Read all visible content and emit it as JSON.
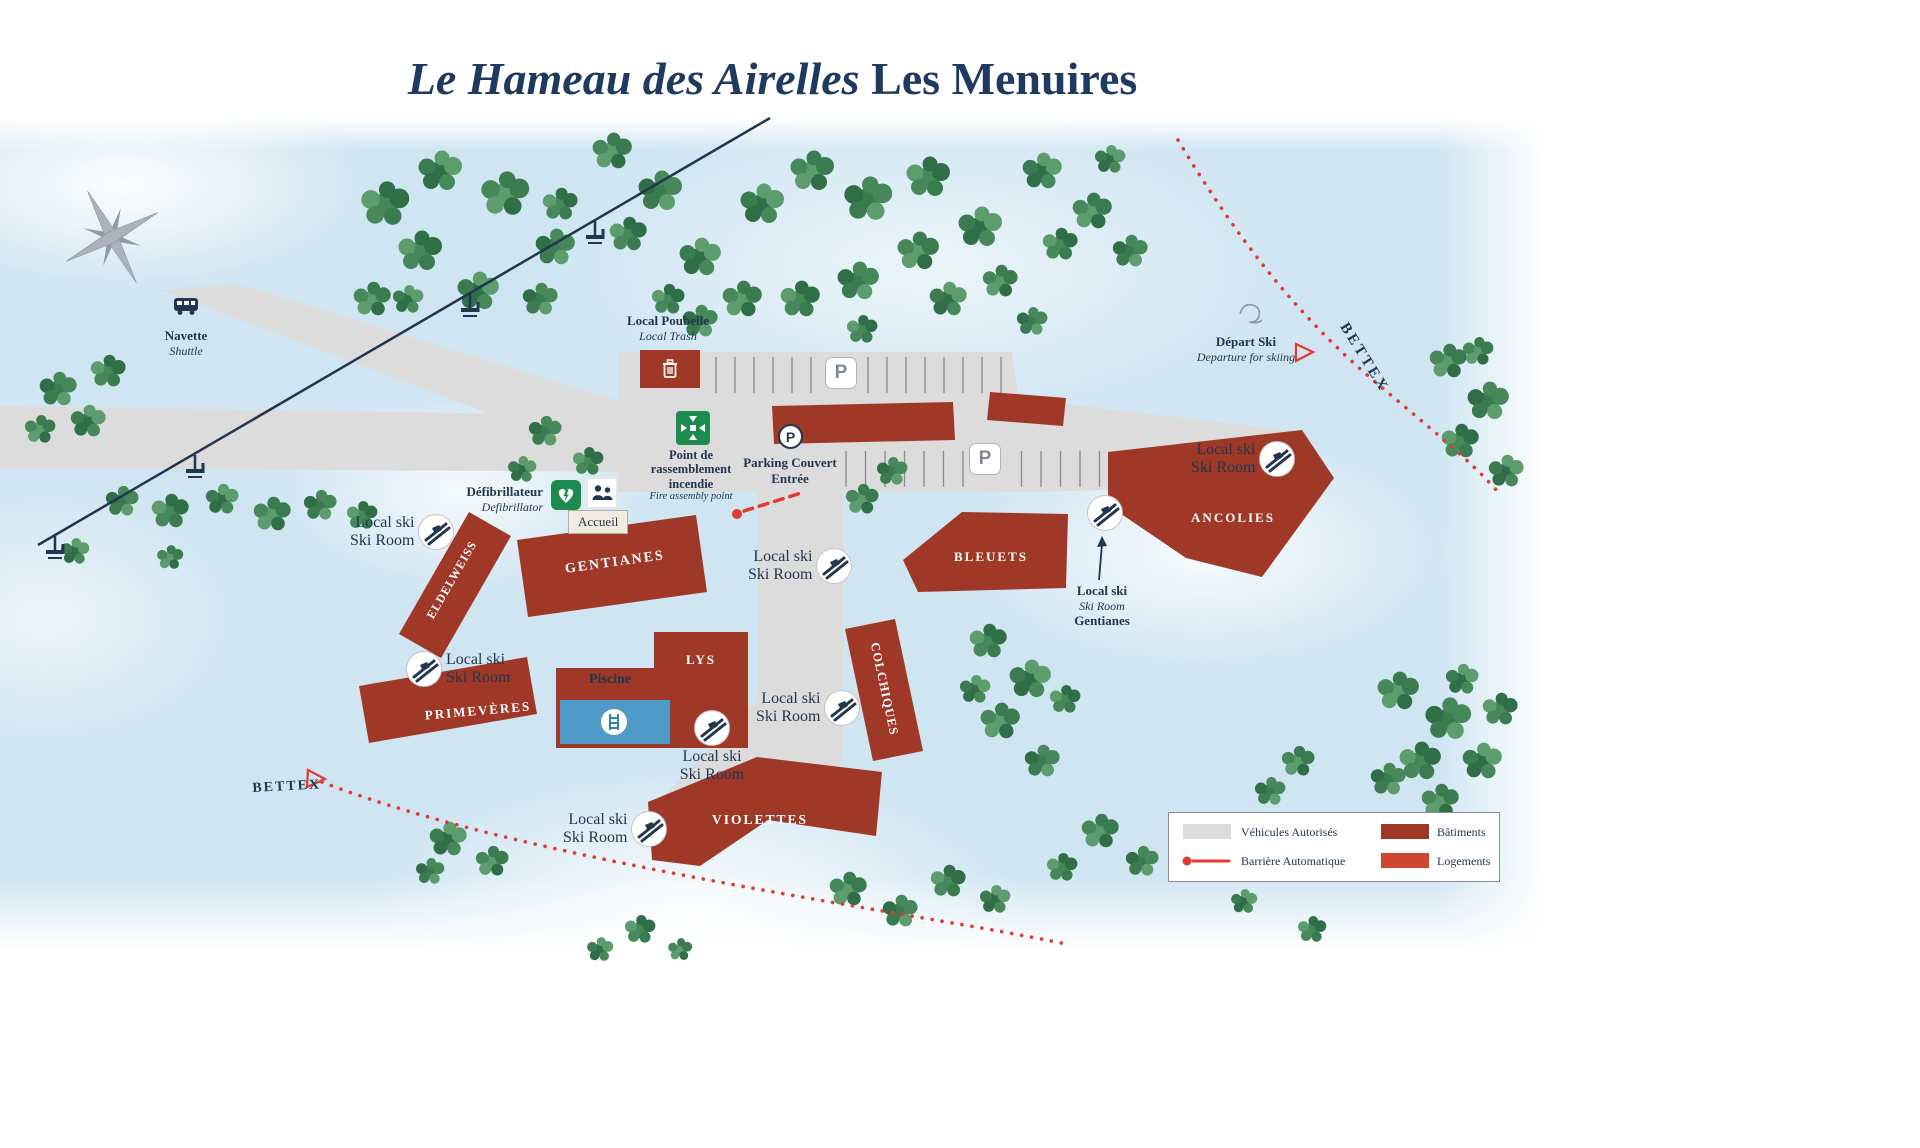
{
  "title": {
    "italic": "Le Hameau des Airelles",
    "bold": "Les Menuires"
  },
  "buildings": {
    "eldelweiss": "ELDELWEISS",
    "gentianes": "GENTIANES",
    "ancolies": "ANCOLIES",
    "bleuets": "BLEUETS",
    "lys": "LYS",
    "primeveres": "PRIMEVÈRES",
    "colchiques": "COLCHIQUES",
    "violettes": "VIOLETTES"
  },
  "pois": {
    "navette": {
      "fr": "Navette",
      "en": "Shuttle"
    },
    "local_poubelle": {
      "fr": "Local Poubelle",
      "en": "Local Trash"
    },
    "assembly": {
      "fr1": "Point de",
      "fr2": "rassemblement",
      "fr3": "incendie",
      "en": "Fire assembly point"
    },
    "parking_couvert": {
      "l1": "Parking Couvert",
      "l2": "Entrée"
    },
    "defibrillateur": {
      "fr": "Défibrillateur",
      "en": "Defibrillator"
    },
    "accueil": "Accueil",
    "piscine": "Piscine",
    "local_ski": {
      "fr": "Local ski",
      "en": "Ski Room"
    },
    "local_ski_gentianes": {
      "fr": "Local ski",
      "en": "Ski Room",
      "name": "Gentianes"
    },
    "depart_ski": {
      "fr": "Départ Ski",
      "en": "Departure for skiing"
    },
    "bettex_top": "BETTEX",
    "bettex_bottom": "BETTEX",
    "parking_letter": "P"
  },
  "legend": {
    "vehicules": "Véhicules Autorisés",
    "batiments": "Bâtiments",
    "barriere": "Barrière Automatique",
    "logements": "Logements"
  },
  "colors": {
    "title_navy": "#1e3a5f",
    "building_red": "#a03828",
    "logement_red": "#d0452f",
    "road_gray": "#dcdcdc",
    "map_blue": "#cfe5f2",
    "path_red": "#e23b2e",
    "tree_green": "#3a7c50",
    "pool_blue": "#4f9bc7",
    "icon_green": "#1d8a4e"
  }
}
